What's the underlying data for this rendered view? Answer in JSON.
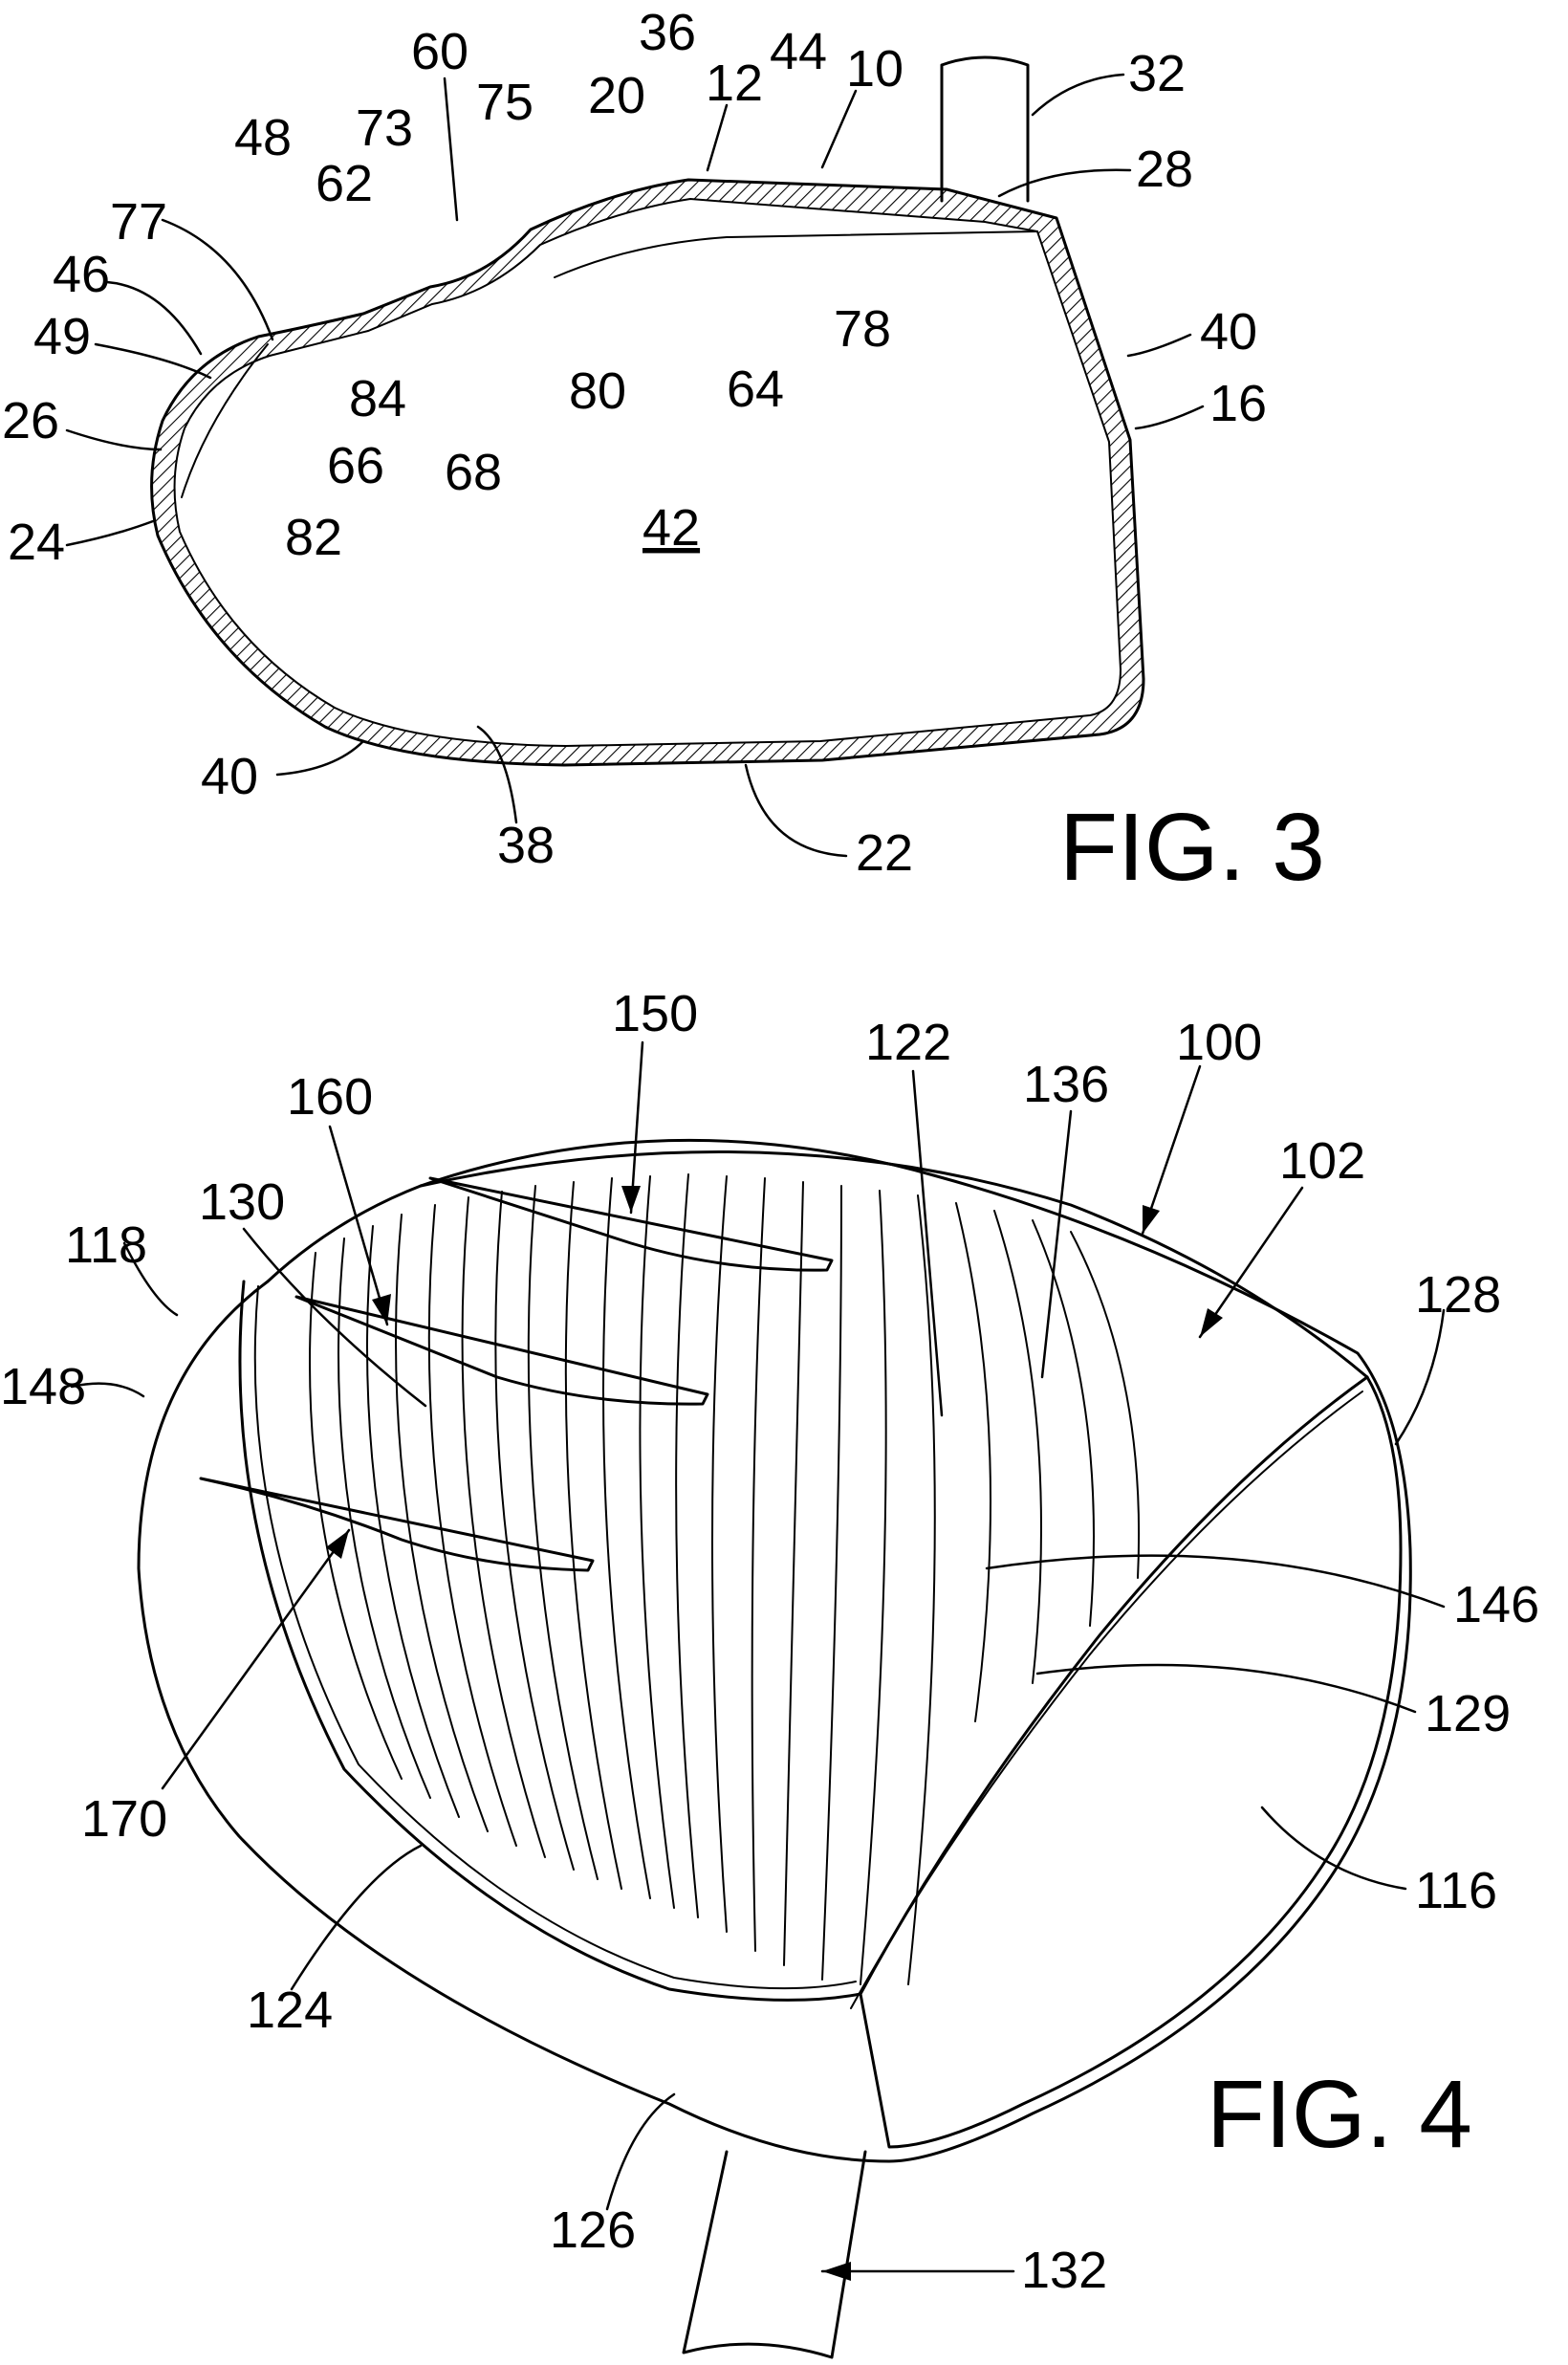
{
  "fig3": {
    "title": "FIG. 3",
    "labels": [
      "36",
      "44",
      "10",
      "60",
      "12",
      "32",
      "75",
      "20",
      "48",
      "73",
      "28",
      "62",
      "77",
      "46",
      "78",
      "40",
      "49",
      "84",
      "80",
      "64",
      "16",
      "26",
      "66",
      "68",
      "24",
      "82",
      "42",
      "40",
      "38",
      "22"
    ]
  },
  "fig4": {
    "title": "FIG. 4",
    "labels": [
      "150",
      "122",
      "100",
      "136",
      "160",
      "102",
      "130",
      "118",
      "128",
      "148",
      "146",
      "129",
      "170",
      "116",
      "124",
      "126",
      "132"
    ]
  }
}
